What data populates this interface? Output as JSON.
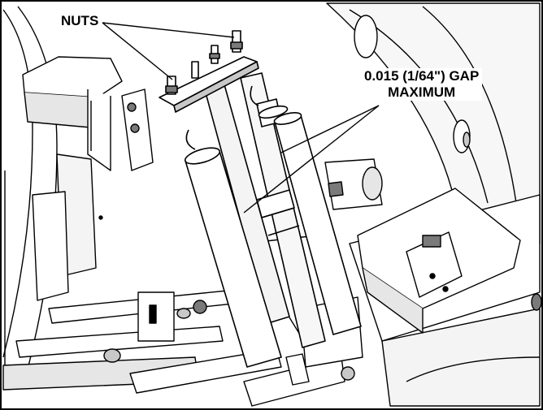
{
  "callouts": {
    "nuts": "NUTS",
    "gap_line1": "0.015 (1/64\") GAP",
    "gap_line2": "MAXIMUM"
  },
  "colors": {
    "ink": "#000000",
    "paper": "#ffffff",
    "shade": "#c8c8c8",
    "dark_shade": "#7a7a7a"
  }
}
